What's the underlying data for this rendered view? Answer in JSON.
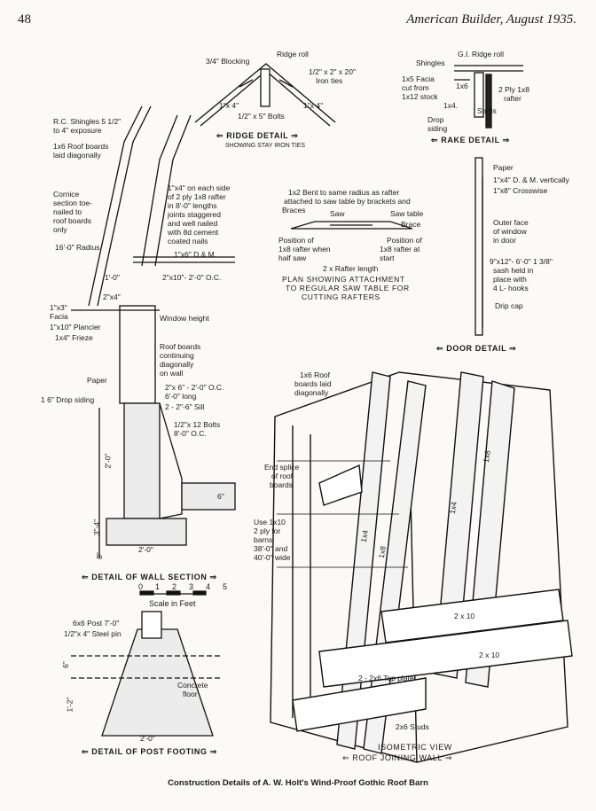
{
  "header": {
    "page_number": "48",
    "magazine": "American Builder, August 1935."
  },
  "ridge": {
    "blocking": "3/4\" Blocking",
    "ridge_roll": "Ridge roll",
    "iron_ties_1": "1/2\" x 2\" x 20\"",
    "iron_ties_2": "Iron ties",
    "one_by_four_left": "1\"x 4\"",
    "one_by_four_right": "1\"x 4\"",
    "bolts": "1/2\" x 5\" Bolts",
    "title": "⇐ RIDGE DETAIL ⇒",
    "subtitle": "SHOWING STAY IRON TIES"
  },
  "rake": {
    "gi_ridge_roll": "G.I. Ridge roll",
    "shingles": "Shingles",
    "facia_1": "1x5 Facia",
    "facia_2": "cut from",
    "facia_3": "1x12 stock",
    "one_by_six": "1x6",
    "two_ply": "2 Ply 1x8",
    "rafter": "rafter",
    "one_by_four": "1x4.",
    "studs": "Studs",
    "drop": "Drop",
    "siding": "siding",
    "title": "⇐ RAKE DETAIL ⇒"
  },
  "wall": {
    "rc_shingles_1": "R.C. Shingles 5 1/2\"",
    "rc_shingles_2": "to 4\" exposure",
    "roof_boards_1": "1x6 Roof boards",
    "roof_boards_2": "laid diagonally",
    "cornice_1": "Cornice",
    "cornice_2": "section toe-",
    "cornice_3": "nailed to",
    "cornice_4": "roof boards",
    "cornice_5": "only",
    "radius": "16'-0\" Radius",
    "rafter_note_1": "1\"x4\" on each side",
    "rafter_note_2": "of 2 ply 1x8 rafter",
    "rafter_note_3": "in 8'-0\" lengths",
    "rafter_note_4": "joints staggered",
    "rafter_note_5": "and well nailed",
    "rafter_note_6": "with 8d cement",
    "rafter_note_7": "coated nails",
    "one_by_six_dm": "1\"x6\" D.& M.",
    "one_foot": "1'-0\"",
    "two_by_ten": "2\"x10\"- 2'-0\" O.C.",
    "two_by_four": "2\"x4\"",
    "one_by_three": "1\"x3\"",
    "facia": "Facia",
    "plancier": "1\"x10\" Plancier",
    "frieze": "1x4\" Frieze",
    "window_height": "Window height",
    "roof_cont_1": "Roof boards",
    "roof_cont_2": "continuing",
    "roof_cont_3": "diagonally",
    "roof_cont_4": "on wall",
    "paper": "Paper",
    "studs_1": "2\"x 6\" - 2'-0\" O.C.",
    "studs_2": "6'-0\" long",
    "drop_siding": "1 6\" Drop siding",
    "sill": "2 - 2\"-6\" Sill",
    "bolts_1": "1/2\"x 12 Bolts",
    "bolts_2": "8'-0\" O.C.",
    "dim_vertical": "2'-0\"",
    "dim_six": "6\"",
    "dim_three_four": "3\"-4\"",
    "dim_eight": "8\"",
    "dim_horizontal": "2'-0\"",
    "title": "⇐ DETAIL OF WALL SECTION ⇒",
    "scale_numbers": "012345",
    "scale_label": "Scale in Feet"
  },
  "saw": {
    "bent_1": "1x2 Bent to same radius as rafter",
    "bent_2": "attached to saw table by brackets and",
    "braces": "Braces",
    "saw": "Saw",
    "saw_table": "Saw table",
    "brace": "Brace",
    "pos_left_1": "Position of",
    "pos_left_2": "1x8 rafter when",
    "pos_left_3": "half saw",
    "pos_right_1": "Position of",
    "pos_right_2": "1x8 rafter at",
    "pos_right_3": "start",
    "rafter_length": "2 x Rafter length",
    "title_1": "PLAN SHOWING ATTACHMENT",
    "title_2": "TO REGULAR SAW TABLE FOR",
    "title_3": "CUTTING RAFTERS"
  },
  "door": {
    "paper": "Paper",
    "one_by_four": "1\"x4\" D. & M. vertically",
    "one_by_eight": "1\"x8\" Crosswise",
    "outer_1": "Outer face",
    "outer_2": "of window",
    "outer_3": "in door",
    "sash_1": "9\"x12\"- 6'-0\" 1 3/8\"",
    "sash_2": "sash held in",
    "sash_3": "place with",
    "sash_4": "4 L- hooks",
    "drip_cap": "Drip cap",
    "title": "⇐ DOOR DETAIL ⇒"
  },
  "iso": {
    "roof_1": "1x6 Roof",
    "roof_2": "boards laid",
    "roof_3": "diagonally",
    "end_splice_1": "End splice",
    "end_splice_2": "of roof",
    "end_splice_3": "boards",
    "use_1": "Use 1x10",
    "use_2": "2 ply for",
    "use_3": "barns",
    "use_4": "38'-0\" and",
    "use_5": "40'-0\" wide",
    "one_by_four": "1x4",
    "one_by_eight": "1x8",
    "two_by_ten": "2 x 10",
    "top_plate": "2 - 2x6 Top plate",
    "studs": "2x6 Studs",
    "title_1": "ISOMETRIC VIEW",
    "title_2": "⇐ ROOF JOINING WALL ⇒"
  },
  "post": {
    "post": "6x6 Post 7'-0\"",
    "steel_pin": "1/2\"x 4\" Steel pin",
    "dim_six": "6\"",
    "dim_one_two": "1'-2\"",
    "concrete": "Concrete",
    "floor": "floor",
    "dim_width": "2'-0\"",
    "title": "⇐ DETAIL OF POST FOOTING ⇒"
  },
  "caption": "Construction Details of A. W. Holt's Wind-Proof Gothic Roof Barn"
}
